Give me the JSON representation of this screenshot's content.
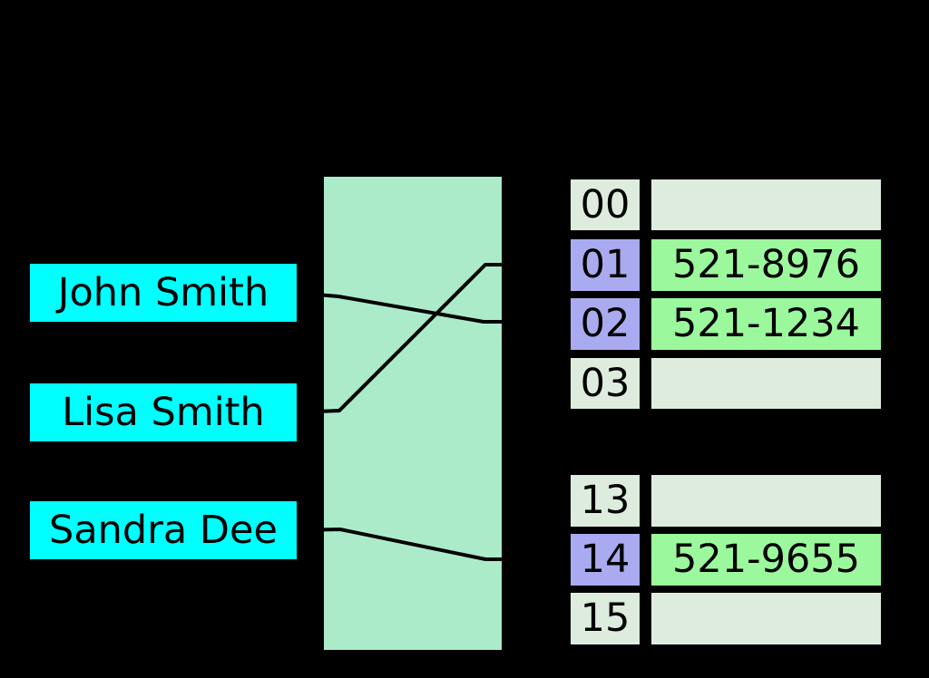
{
  "keys": [
    {
      "label": "John Smith"
    },
    {
      "label": "Lisa Smith"
    },
    {
      "label": "Sandra Dee"
    }
  ],
  "bucket_groups": {
    "top": [
      {
        "index": "00",
        "value": ""
      },
      {
        "index": "01",
        "value": "521-8976"
      },
      {
        "index": "02",
        "value": "521-1234"
      },
      {
        "index": "03",
        "value": ""
      }
    ],
    "bottom": [
      {
        "index": "13",
        "value": ""
      },
      {
        "index": "14",
        "value": "521-9655"
      },
      {
        "index": "15",
        "value": ""
      }
    ]
  },
  "connections": [
    {
      "key": "John Smith",
      "bucket": "02"
    },
    {
      "key": "Lisa Smith",
      "bucket": "01"
    },
    {
      "key": "Sandra Dee",
      "bucket": "14"
    }
  ],
  "colors": {
    "background": "#000000",
    "key_fill": "#00ffff",
    "hash_box_fill": "#abebca",
    "empty_cell_fill": "#deecde",
    "occupied_index_fill": "#aaaaf0",
    "occupied_value_fill": "#9cf89c",
    "line": "#000000",
    "text": "#000000"
  }
}
